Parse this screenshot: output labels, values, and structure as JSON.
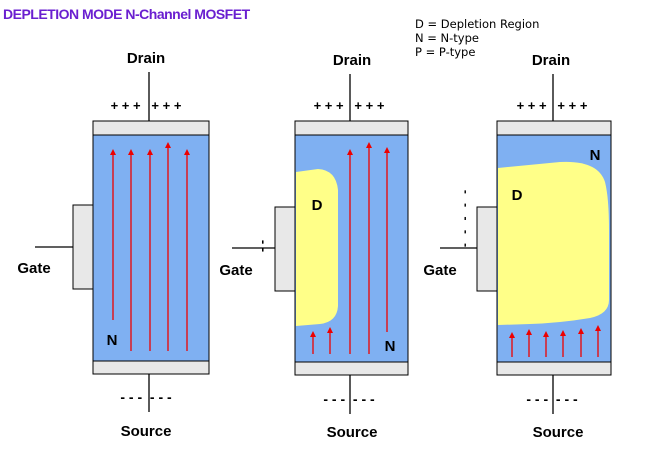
{
  "title": "DEPLETION MODE N-Channel MOSFET",
  "legend": [
    "D = Depletion Region",
    "N = N-type",
    "P = P-type"
  ],
  "colors": {
    "title": "#6a1fd0",
    "n_region": "#7fb0f2",
    "depletion": "#ffff88",
    "contact": "#e8e8e8",
    "arrow": "#ee0000"
  },
  "diagrams": [
    {
      "drain_label": "Drain",
      "source_label": "Source",
      "gate_label": "Gate",
      "drain_charges": "+ + +   + + +",
      "source_charges": "- - -  - - -",
      "gate_charges": "",
      "region_labels": [
        "N"
      ]
    },
    {
      "drain_label": "Drain",
      "source_label": "Source",
      "gate_label": "Gate",
      "drain_charges": "+ + +   + + +",
      "source_charges": "- - -  - - -",
      "gate_charges": "- -",
      "region_labels": [
        "D",
        "N"
      ]
    },
    {
      "drain_label": "Drain",
      "source_label": "Source",
      "gate_label": "Gate",
      "drain_charges": "+ + +   + + +",
      "source_charges": "- - -  - - -",
      "gate_charges": "- - - - -",
      "region_labels": [
        "D",
        "N"
      ]
    }
  ]
}
